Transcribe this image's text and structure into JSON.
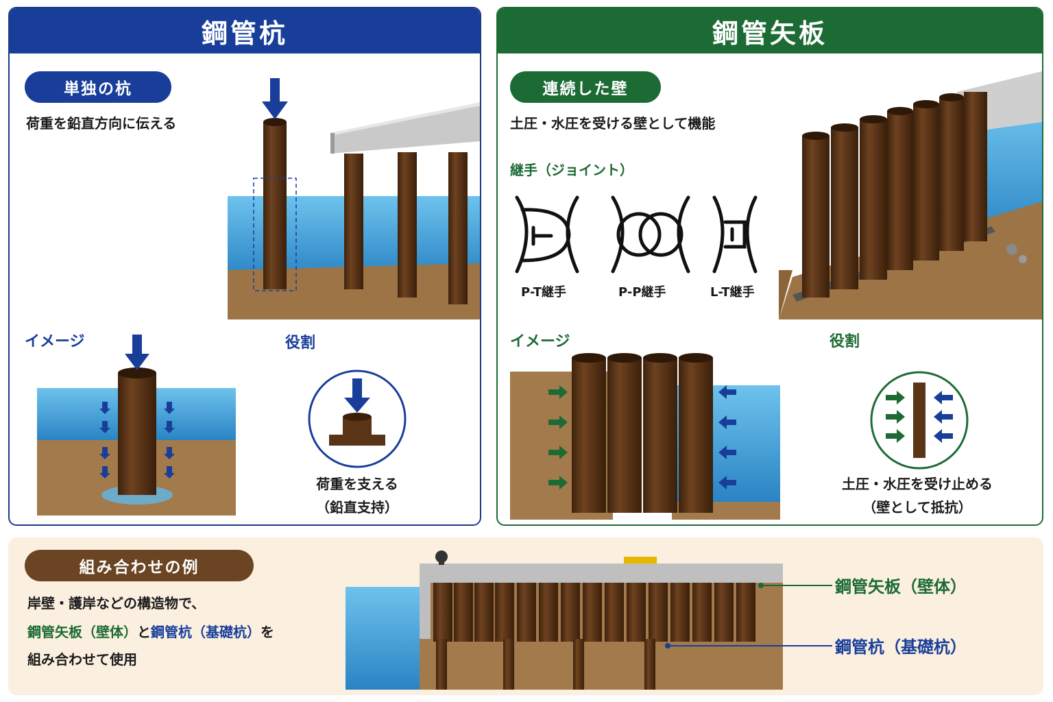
{
  "pile_panel": {
    "title": "鋼管杭",
    "badge": "単独の杭",
    "description": "荷重を鉛直方向に伝える",
    "image_label": "イメージ",
    "role_label": "役割",
    "role_caption_line1": "荷重を支える",
    "role_caption_line2": "（鉛直支持）"
  },
  "sheet_panel": {
    "title": "鋼管矢板",
    "badge": "連続した壁",
    "description": "土圧・水圧を受ける壁として機能",
    "joint_heading": "継手（ジョイント）",
    "joints": [
      "P-T継手",
      "P-P継手",
      "L-T継手"
    ],
    "image_label": "イメージ",
    "role_label": "役割",
    "role_caption_line1": "土圧・水圧を受け止める",
    "role_caption_line2": "（壁として抵抗）"
  },
  "combo_panel": {
    "badge": "組み合わせの例",
    "line1": "岸壁・護岸などの構造物で、",
    "line2_part1": "鋼管矢板（壁体）",
    "line2_part2": "と",
    "line2_part3": "鋼管杭（基礎杭）",
    "line2_part4": "を",
    "line3": "組み合わせて使用",
    "callout_sheet": "鋼管矢板（壁体）",
    "callout_pile": "鋼管杭（基礎杭）"
  },
  "colors": {
    "blue": "#183e9a",
    "green": "#1c6a34",
    "brown_pipe": "#5a3416",
    "water": "#3a9fd6",
    "soil": "#a0784a"
  }
}
